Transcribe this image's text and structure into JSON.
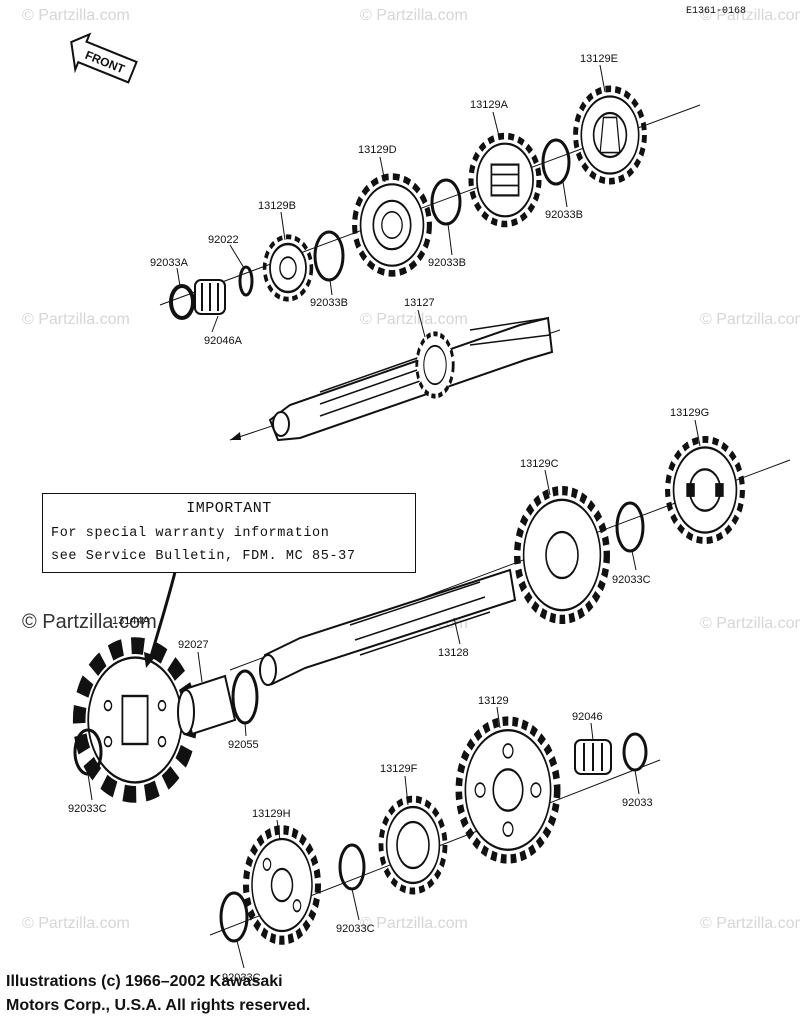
{
  "reference_code": "E1361-0168",
  "front_label": "FRONT",
  "watermark": "© Partzilla.com",
  "important_notice": {
    "title": "IMPORTANT",
    "line1": "For special warranty information",
    "line2": "see Service Bulletin, FDM. MC 85-37"
  },
  "part_labels": {
    "p13129E": "13129E",
    "p13129A": "13129A",
    "p13129D": "13129D",
    "p13129B": "13129B",
    "p92022": "92022",
    "p92033A": "92033A",
    "p92046A": "92046A",
    "p92033B_1": "92033B",
    "p92033B_2": "92033B",
    "p92033B_3": "92033B",
    "p13127": "13127",
    "p13129G": "13129G",
    "p13129C": "13129C",
    "p92033C_1": "92033C",
    "p13128": "13128",
    "p13144A": "13144A",
    "p92027": "92027",
    "p92055": "92055",
    "p92033C_2": "92033C",
    "p13129": "13129",
    "p92046": "92046",
    "p92033": "92033",
    "p13129F": "13129F",
    "p13129H": "13129H",
    "p92033C_3": "92033C",
    "p92033C_4": "92033C"
  },
  "copyright": {
    "line1": "Illustrations (c) 1966–2002 Kawasaki",
    "line2": "Motors Corp., U.S.A.  All rights reserved."
  }
}
